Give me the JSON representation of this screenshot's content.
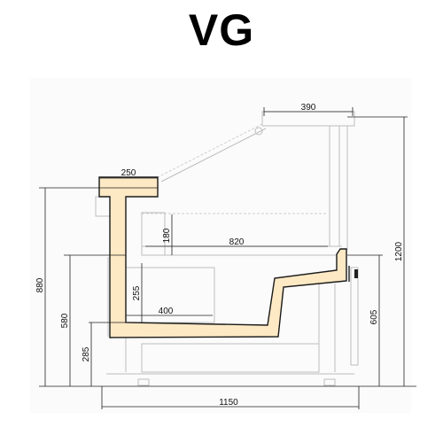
{
  "title": "VG",
  "colors": {
    "profile_fill": "#fde9c4",
    "profile_stroke": "#1a1a1a",
    "ghost": "#c8c8c8"
  },
  "dimensions": {
    "top_canopy_width": "390",
    "shelf_width": "250",
    "glass_height": "180",
    "deck_depth": "820",
    "well_depth": "255",
    "well_width": "400",
    "total_height": "880",
    "counter_height": "580",
    "base_height": "285",
    "right_height": "605",
    "full_height": "1200",
    "total_length": "1150"
  }
}
